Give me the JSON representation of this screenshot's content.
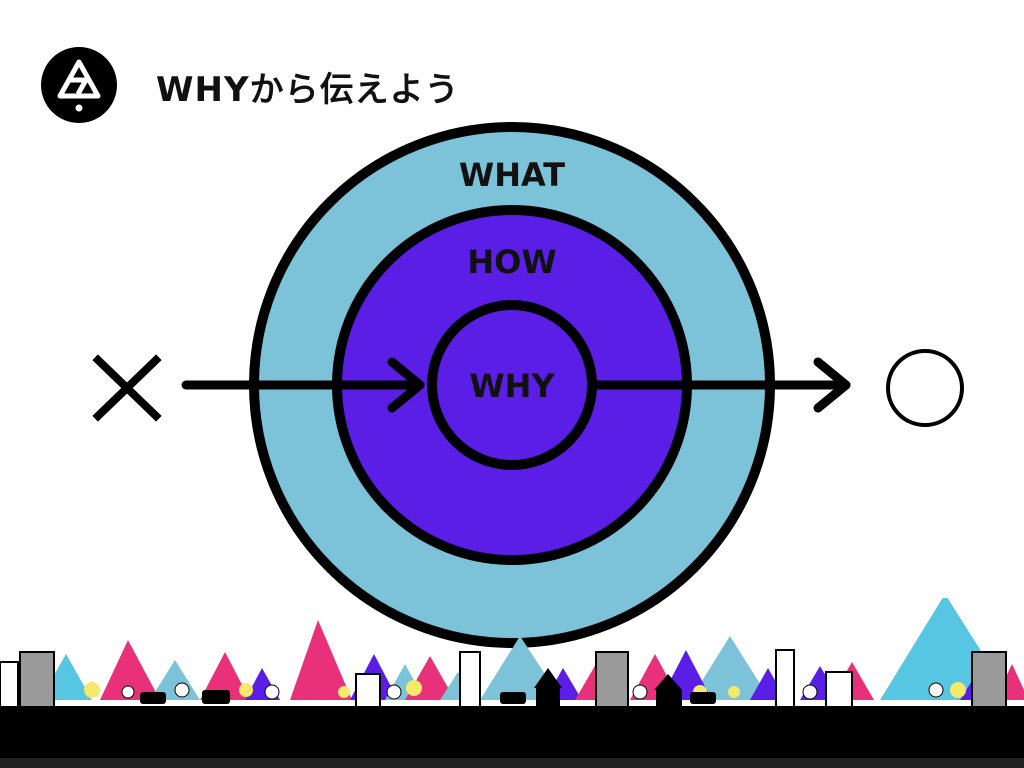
{
  "slide": {
    "title": "WHYから伝えよう",
    "logo_icon": "triangle-knot-logo"
  },
  "circle": {
    "outer_label": "WHAT",
    "middle_label": "HOW",
    "inner_label": "WHY",
    "colors": {
      "outer": "#7cc3da",
      "middle": "#5a1ee6",
      "inner": "#5a1ee6",
      "stroke": "#000000"
    }
  },
  "markers": {
    "start_icon": "cross-icon",
    "end_icon": "circle-icon"
  },
  "skyline": {
    "colors": [
      "#e8317a",
      "#5a1ee6",
      "#7cc3da",
      "#57c6e3",
      "#f5e96a",
      "#111111"
    ]
  }
}
